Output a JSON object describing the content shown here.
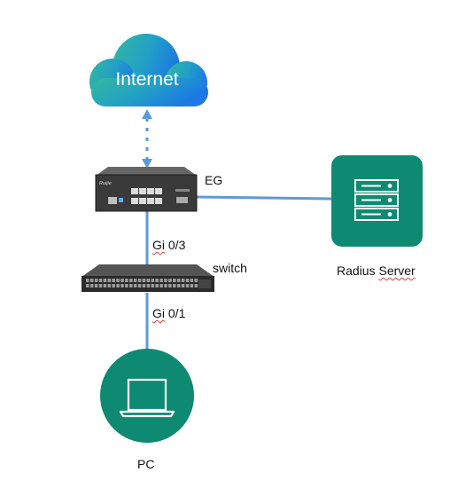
{
  "nodes": {
    "internet": {
      "label": "Internet"
    },
    "eg": {
      "label": "EG",
      "device_brand": "Ruijie"
    },
    "switch": {
      "label": "switch"
    },
    "radius": {
      "label_word1": "Radius",
      "label_word2": "Server"
    },
    "pc": {
      "label": "PC"
    }
  },
  "links": {
    "eg_switch": {
      "word": "Gi",
      "port": "0/3"
    },
    "switch_pc": {
      "word": "Gi",
      "port": "0/1"
    }
  },
  "colors": {
    "link": "#5b9bd5",
    "node_fill": "#0e8a72",
    "cloud_gradient_start": "#2fb4a8",
    "cloud_gradient_end": "#1c7fe0",
    "device_body": "#3a3a3a"
  },
  "icons": {
    "internet": "cloud-icon",
    "eg": "gateway-router-icon",
    "switch": "network-switch-icon",
    "radius": "server-icon",
    "pc": "laptop-icon"
  }
}
